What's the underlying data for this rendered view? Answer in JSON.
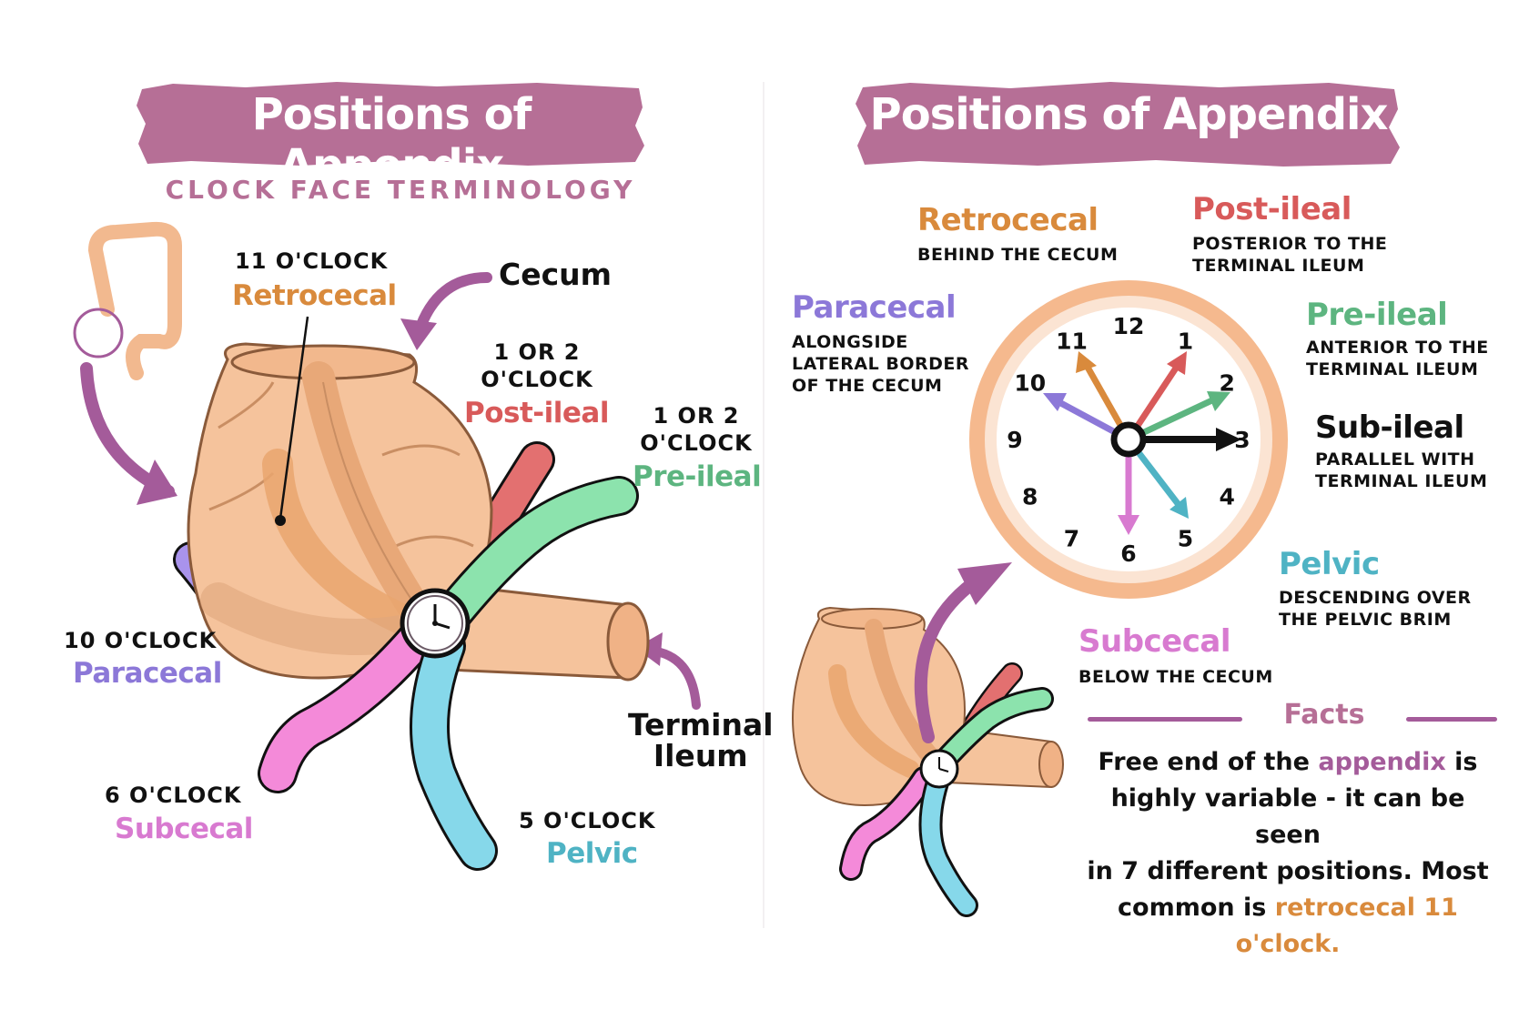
{
  "left": {
    "title": "Positions of Appendix",
    "subtitle": "CLOCK FACE TERMINOLOGY",
    "labels": {
      "cecum": "Cecum",
      "terminal_ileum_1": "Terminal",
      "terminal_ileum_2": "Ileum",
      "retro_time": "11 O'CLOCK",
      "retro_name": "Retrocecal",
      "postileal_time_1": "1 OR 2",
      "postileal_time_2": "O'CLOCK",
      "postileal_name": "Post-ileal",
      "preileal_time_1": "1 OR 2",
      "preileal_time_2": "O'CLOCK",
      "preileal_name": "Pre-ileal",
      "paracecal_time": "10 O'CLOCK",
      "paracecal_name": "Paracecal",
      "subcecal_time": "6 O'CLOCK",
      "subcecal_name": "Subcecal",
      "pelvic_time": "5 O'CLOCK",
      "pelvic_name": "Pelvic"
    }
  },
  "right": {
    "title": "Positions of Appendix",
    "positions": {
      "retrocecal": {
        "name": "Retrocecal",
        "desc": "BEHIND THE CECUM"
      },
      "postileal": {
        "name": "Post-ileal",
        "desc": "POSTERIOR TO THE TERMINAL ILEUM"
      },
      "paracecal": {
        "name": "Paracecal",
        "desc": "ALONGSIDE LATERAL BORDER OF THE CECUM"
      },
      "preileal": {
        "name": "Pre-ileal",
        "desc": "ANTERIOR TO THE TERMINAL ILEUM"
      },
      "subileal": {
        "name": "Sub-ileal",
        "desc": "PARALLEL WITH TERMINAL ILEUM"
      },
      "pelvic": {
        "name": "Pelvic",
        "desc": "DESCENDING OVER THE PELVIC BRIM"
      },
      "subcecal": {
        "name": "Subcecal",
        "desc": "BELOW THE CECUM"
      }
    },
    "clock_numbers": [
      "12",
      "1",
      "2",
      "3",
      "4",
      "5",
      "6",
      "7",
      "8",
      "9",
      "10",
      "11"
    ],
    "facts": {
      "title": "Facts",
      "line1_a": "Free end of the ",
      "line1_b": "appendix",
      "line1_c": " is",
      "line2": "highly variable - it can be seen",
      "line3": "in 7 different positions. Most",
      "line4_a": "common is ",
      "line4_b": "retrocecal 11 o'clock."
    }
  },
  "colors": {
    "banner": "#b66f96",
    "cecum": "#f5c39c",
    "cecum_stroke": "#8a5a3a",
    "retrocecal": "#d98a3c",
    "postileal": "#d85a5a",
    "preileal": "#7ddc9e",
    "paracecal": "#a993ec",
    "subcecal": "#f27fd9",
    "pelvic": "#7dd3e6",
    "arrow": "#a45b9a",
    "clock_ring": "#f5b98e"
  }
}
